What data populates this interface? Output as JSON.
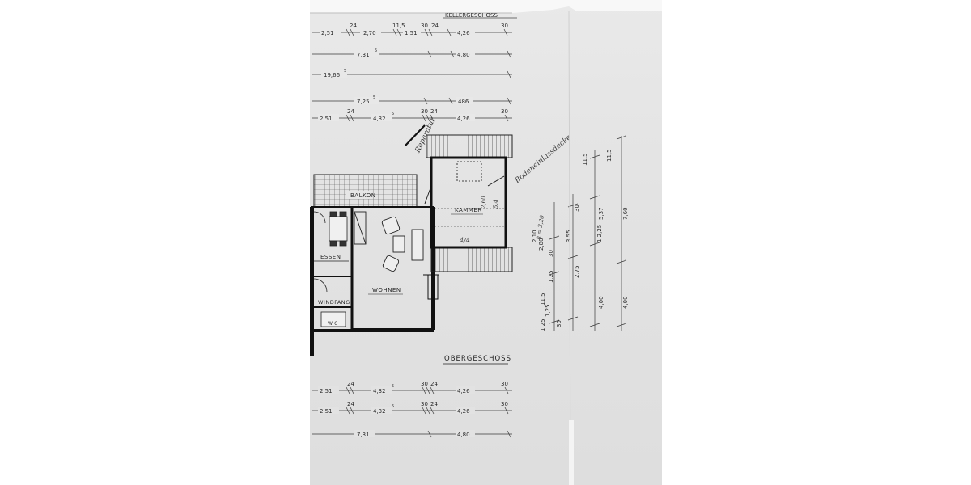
{
  "document": {
    "top_header": "KELLERGESCHOSS",
    "floor_title": "OBERGESCHOSS"
  },
  "rooms": {
    "balkon": "BALKON",
    "kammer": "KAMMER",
    "essen": "ESSEN",
    "wohnen": "WOHNEN",
    "windfang": "WINDFANG",
    "wc": "W.C"
  },
  "handwritten": {
    "note1": "Reparatur",
    "note2": "Bodeneinlassdecke",
    "h_note": "h = 2,20",
    "room_sizes": "4/4"
  },
  "top_dims": {
    "row1": [
      "2,51",
      "24",
      "2,70",
      "11,5",
      "1,51",
      "30",
      "24",
      "4,26",
      "30"
    ],
    "row2": [
      "7,31",
      "5",
      "4,80"
    ],
    "row3": [
      "19,66",
      "5"
    ],
    "row4": [
      "7,25",
      "5",
      "486"
    ],
    "row5": [
      "2,51",
      "24",
      "4,32",
      "5",
      "30",
      "24",
      "4,26",
      "30"
    ]
  },
  "bottom_dims": {
    "row1": [
      "2,51",
      "24",
      "4,32",
      "5",
      "30",
      "24",
      "4,26",
      "30"
    ],
    "row2": [
      "2,51",
      "24",
      "4,32",
      "5",
      "30",
      "24",
      "4,26",
      "30"
    ],
    "row3": [
      "7,31",
      "4,80"
    ]
  },
  "side_dims": {
    "col1": [
      "1,25",
      "11,5",
      "1,25",
      "30",
      "1,25",
      "30"
    ],
    "col2": [
      "3,55",
      "2,75",
      "30"
    ],
    "col3": [
      "11,5",
      "1,2,25",
      "5,37",
      "4,00"
    ],
    "col4": [
      "11,5",
      "7,60",
      "4,00"
    ],
    "misc": [
      "2,10",
      "2,80",
      "5,4",
      "2,60"
    ]
  }
}
